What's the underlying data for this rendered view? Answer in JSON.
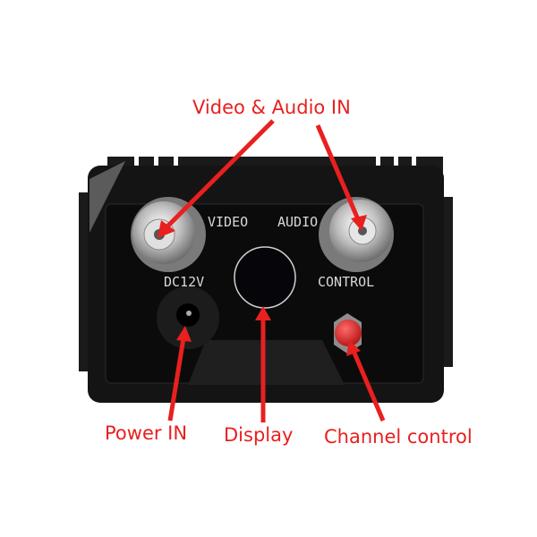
{
  "callouts": {
    "video_audio_in": "Video & Audio IN",
    "power_in": "Power IN",
    "display": "Display",
    "channel_control": "Channel control"
  },
  "panel_labels": {
    "video": "VIDEO",
    "audio": "AUDIO",
    "dc12v": "DC12V",
    "control": "CONTROL"
  },
  "colors": {
    "annotation": "#e8201f",
    "housing": "#111111",
    "button": "#d42a2a"
  }
}
